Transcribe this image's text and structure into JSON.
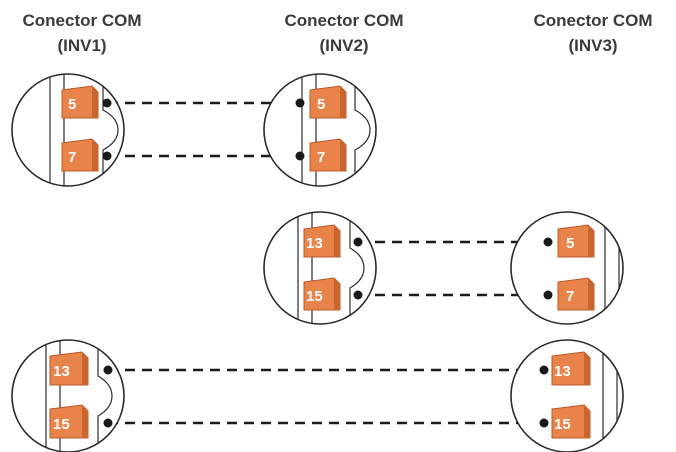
{
  "headers": [
    {
      "line1": "Conector COM",
      "line2": "(INV1)"
    },
    {
      "line1": "Conector COM",
      "line2": "(INV2)"
    },
    {
      "line1": "Conector COM",
      "line2": "(INV3)"
    }
  ],
  "pins": {
    "inv1_top_1": "5",
    "inv1_top_2": "7",
    "inv2_top_1": "5",
    "inv2_top_2": "7",
    "inv2_mid_1": "13",
    "inv2_mid_2": "15",
    "inv3_mid_1": "5",
    "inv3_mid_2": "7",
    "inv1_bot_1": "13",
    "inv1_bot_2": "15",
    "inv3_bot_1": "13",
    "inv3_bot_2": "15"
  },
  "colors": {
    "pin_fill": "#E8834A",
    "pin_dark": "#C9652F",
    "outline": "#2b2b2b",
    "header_text": "#3b3b3b",
    "wire": "#1a1a1a"
  },
  "icons": {
    "pin": "pin-terminal-icon",
    "wire": "dashed-wire-icon"
  }
}
